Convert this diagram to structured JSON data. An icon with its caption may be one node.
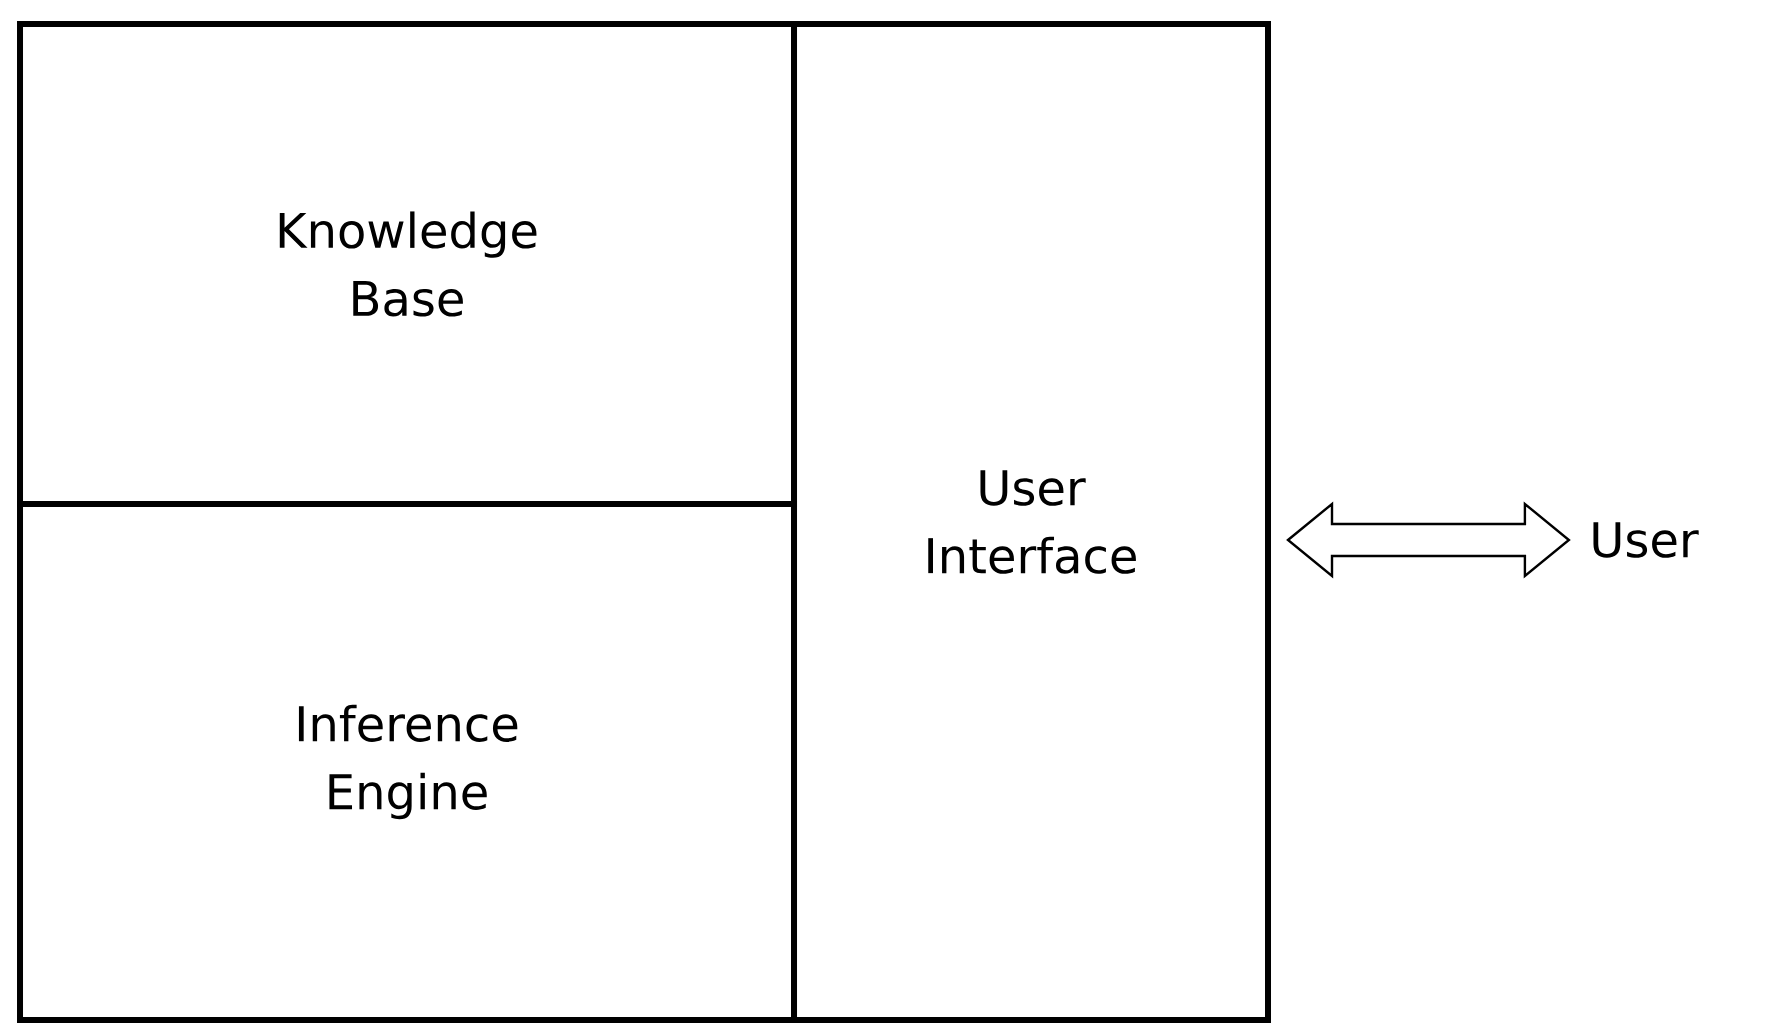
{
  "diagram": {
    "nodes": [
      {
        "text": [
          "Knowledge Base"
        ]
      },
      {
        "text": [
          "Inference Engine"
        ]
      },
      {
        "text": [
          "User Interface"
        ]
      },
      {
        "text": [
          "User"
        ]
      }
    ],
    "edges": [
      {
        "from": 2,
        "to": 3,
        "arrow": "both"
      }
    ]
  }
}
